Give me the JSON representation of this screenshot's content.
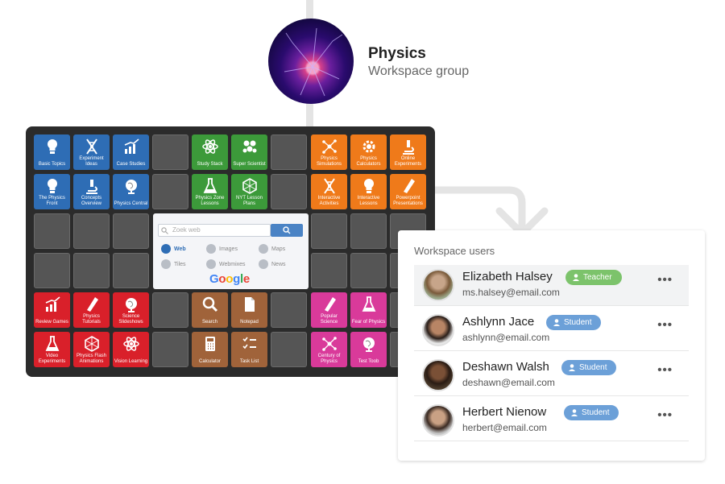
{
  "group": {
    "title": "Physics",
    "subtitle": "Workspace group"
  },
  "board": {
    "tiles": [
      {
        "label": "Basic Topics",
        "icon": "lightbulb-icon",
        "color": "blue"
      },
      {
        "label": "Experiment Ideas",
        "icon": "dna-icon",
        "color": "blue"
      },
      {
        "label": "Case Studies",
        "icon": "bar-chart-icon",
        "color": "blue"
      },
      {
        "label": "Study Stack",
        "icon": "atom-icon",
        "color": "green"
      },
      {
        "label": "Super Scientist",
        "icon": "molecule-icon",
        "color": "green"
      },
      {
        "label": "Physics Simulations",
        "icon": "network-icon",
        "color": "orange"
      },
      {
        "label": "Physics Calculators",
        "icon": "gear-icon",
        "color": "orange"
      },
      {
        "label": "Online Experiments",
        "icon": "microscope-icon",
        "color": "orange"
      },
      {
        "label": "The Physics Front",
        "icon": "lightbulb-icon",
        "color": "blue"
      },
      {
        "label": "Concepts Overview",
        "icon": "microscope-icon",
        "color": "blue"
      },
      {
        "label": "Physics Central",
        "icon": "globe-icon",
        "color": "blue"
      },
      {
        "label": "Physics Zone Lessons",
        "icon": "flask-icon",
        "color": "green"
      },
      {
        "label": "NYT Lesson Plans",
        "icon": "cube-icon",
        "color": "green"
      },
      {
        "label": "Interactive Activities",
        "icon": "dna-icon",
        "color": "orange"
      },
      {
        "label": "Interactive Lessons",
        "icon": "lightbulb-icon",
        "color": "orange"
      },
      {
        "label": "Powerpoint Presentations",
        "icon": "pencil-icon",
        "color": "orange"
      },
      {
        "label": "Review Games",
        "icon": "bar-chart-icon",
        "color": "red"
      },
      {
        "label": "Physics Tutorials",
        "icon": "pencil-icon",
        "color": "red"
      },
      {
        "label": "Science Slideshows",
        "icon": "globe-icon",
        "color": "red"
      },
      {
        "label": "Search",
        "icon": "search-icon",
        "color": "brown"
      },
      {
        "label": "Notepad",
        "icon": "document-icon",
        "color": "brown"
      },
      {
        "label": "Popular Science",
        "icon": "pencil-icon",
        "color": "pink"
      },
      {
        "label": "Fear of Physics",
        "icon": "flask-icon",
        "color": "pink"
      },
      {
        "label": "Video Experiments",
        "icon": "flask-icon",
        "color": "red"
      },
      {
        "label": "Physics Flash Animations",
        "icon": "cube-icon",
        "color": "red"
      },
      {
        "label": "Vision Learning",
        "icon": "atom-icon",
        "color": "red"
      },
      {
        "label": "Calculator",
        "icon": "calculator-icon",
        "color": "brown"
      },
      {
        "label": "Task List",
        "icon": "checklist-icon",
        "color": "brown"
      },
      {
        "label": "Century of Physics",
        "icon": "network-icon",
        "color": "pink"
      },
      {
        "label": "Test Toob",
        "icon": "globe-icon",
        "color": "pink"
      }
    ],
    "search_widget": {
      "placeholder": "Zoek web",
      "options": [
        "Web",
        "Images",
        "Maps",
        "Tiles",
        "Webmixes",
        "News"
      ],
      "logo": "Google"
    }
  },
  "users_panel": {
    "title": "Workspace users",
    "users": [
      {
        "name": "Elizabeth Halsey",
        "email": "ms.halsey@email.com",
        "role": "Teacher"
      },
      {
        "name": "Ashlynn Jace",
        "email": "ashlynn@email.com",
        "role": "Student"
      },
      {
        "name": "Deshawn Walsh",
        "email": "deshawn@email.com",
        "role": "Student"
      },
      {
        "name": "Herbert Nienow",
        "email": "herbert@email.com",
        "role": "Student"
      }
    ],
    "more_label": "•••"
  },
  "colors": {
    "teacher": "#7cc36b",
    "student": "#6ca0d8",
    "board": "#2b2b2b"
  }
}
